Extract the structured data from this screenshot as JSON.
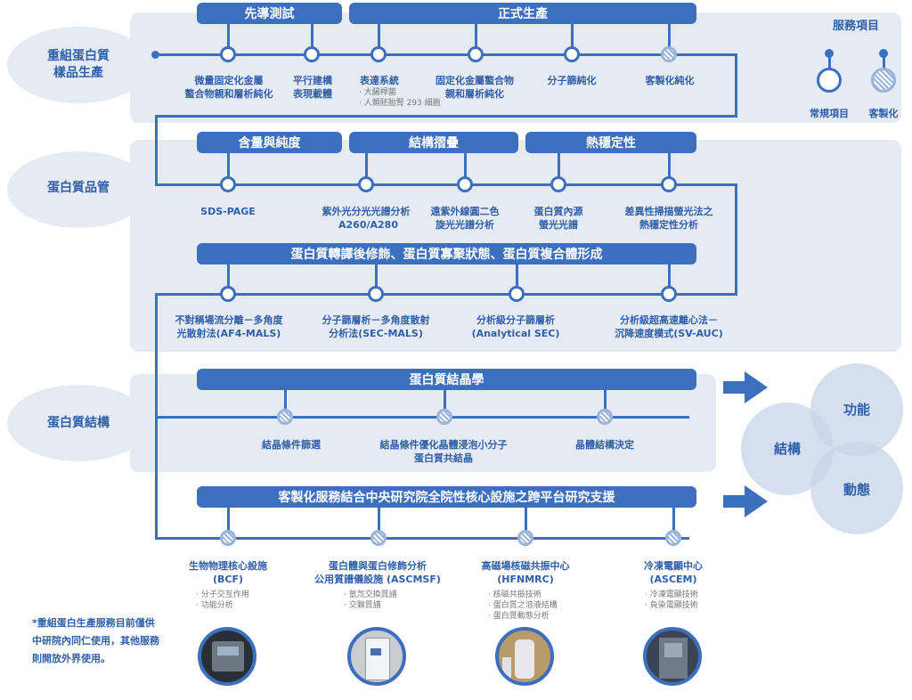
{
  "legend": {
    "title": "服務項目",
    "regular_label": "常規項目",
    "custom_label": "客製化"
  },
  "sections": {
    "production": "重組蛋白質\n樣品生產",
    "qc": "蛋白質品管",
    "structure": "蛋白質結構"
  },
  "headers": {
    "pilot": "先導測試",
    "formal": "正式生產",
    "content": "含量與純度",
    "fold": "結構摺疊",
    "thermal": "熱穩定性",
    "ptm": "蛋白質轉譯後修飾、蛋白質寡聚狀態、蛋白質複合體形成",
    "crystal": "蛋白質結晶學",
    "platform": "客製化服務結合中央研究院全院性核心設施之跨平台研究支援"
  },
  "production_items": [
    {
      "label": "微量固定化金屬\n螯合物親和層析純化",
      "type": "regular"
    },
    {
      "label": "平行建構\n表現載體",
      "type": "regular"
    },
    {
      "label": "表達系統",
      "type": "regular",
      "subs": [
        "大腸桿菌",
        "人類胚胎腎 293 細胞"
      ]
    },
    {
      "label": "固定化金屬螯合物\n親和層析純化",
      "type": "regular"
    },
    {
      "label": "分子篩純化",
      "type": "regular"
    },
    {
      "label": "客製化純化",
      "type": "custom"
    }
  ],
  "qc_items": [
    {
      "label": "SDS-PAGE",
      "type": "regular"
    },
    {
      "label": "紫外光分光光譜分析",
      "sub_label": "A260/A280",
      "type": "regular"
    },
    {
      "label": "遠紫外線圓二色\n旋光光譜分析",
      "type": "regular"
    },
    {
      "label": "蛋白質內源\n螢光光譜",
      "type": "regular"
    },
    {
      "label": "差異性掃描螢光法之\n熱穩定性分析",
      "type": "regular"
    }
  ],
  "ptm_items": [
    {
      "label": "不對稱場流分離－多角度\n光散射法(AF4-MALS)",
      "type": "regular"
    },
    {
      "label": "分子篩層析－多角度散射\n分析法(SEC-MALS)",
      "type": "regular"
    },
    {
      "label": "分析級分子篩層析\n(Analytical SEC)",
      "type": "regular"
    },
    {
      "label": "分析級超高速離心法－\n沉降速度模式(SV-AUC)",
      "type": "regular"
    }
  ],
  "crystal_items": [
    {
      "label": "結晶條件篩選",
      "type": "custom"
    },
    {
      "label": "結晶條件優化晶體浸泡小分子\n蛋白質共結晶",
      "type": "custom"
    },
    {
      "label": "晶體結構決定",
      "type": "custom"
    }
  ],
  "facilities": [
    {
      "name": "生物物理核心設施\n(BCF)",
      "subs": [
        "分子交互作用",
        "功能分析"
      ],
      "photo": "instrument-photo"
    },
    {
      "name": "蛋白體與蛋白修飾分析\n公用質譜儀設施 (ASCMSF)",
      "subs": [
        "氫氘交換質譜",
        "交聯質譜"
      ],
      "photo": "mass-spec-photo"
    },
    {
      "name": "高磁場核磁共振中心\n(HFNMRC)",
      "subs": [
        "核磁共振技術",
        "蛋白質之溶液結構",
        "蛋白質動態分析"
      ],
      "photo": "nmr-photo"
    },
    {
      "name": "冷凍電顯中心\n(ASCEM)",
      "subs": [
        "冷凍電顯技術",
        "負染電顯技術"
      ],
      "photo": "cryo-em-photo"
    }
  ],
  "outcomes": {
    "structure": "結構",
    "function": "功能",
    "dynamics": "動態"
  },
  "footnote": "*重組蛋白生產服務目前僅供中研院內同仁使用，其他服務則開放外界使用。",
  "colors": {
    "primary": "#3d6fbf",
    "band": "#e6ebf3",
    "custom_hatch": "#9ab3d8",
    "text": "#2f5fa8"
  }
}
